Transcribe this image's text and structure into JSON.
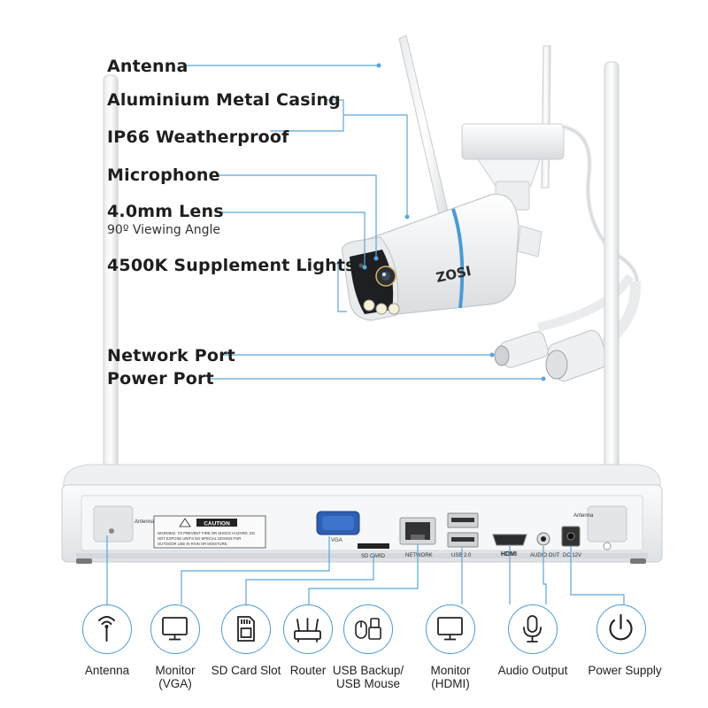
{
  "callouts": {
    "antenna": "Antenna",
    "casing": "Aluminium Metal Casing",
    "weatherproof": "IP66 Weatherproof",
    "microphone": "Microphone",
    "lens": "4.0mm Lens",
    "viewing_angle": "90º Viewing Angle",
    "lights": "4500K Supplement Lights",
    "network_port": "Network Port",
    "power_port": "Power Port"
  },
  "camera": {
    "brand": "ZOSI"
  },
  "nvr": {
    "caution_title": "CAUTION",
    "caution_line1": "WARNING: TO PREVENT FIRE OR SHOCK HAZARD, DO",
    "caution_line2": "NOT EXPOSE UNITS NO SPECIAL DESIGN FOR",
    "caution_line3": "OUTDOOR USE IN RAIN OR MOISTURE.",
    "antenna_left": "Antenna",
    "antenna_right": "Antenna",
    "vga": "VGA",
    "sd_card": "SD CARD",
    "network": "NETWORK",
    "usb": "USB 2.0",
    "hdmi_logo": "HDMI",
    "audio_out": "AUDIO OUT",
    "dc": "DC 12V"
  },
  "icons": [
    {
      "name": "antenna-icon",
      "label": "Antenna"
    },
    {
      "name": "monitor-vga-icon",
      "label": "Monitor\n(VGA)"
    },
    {
      "name": "sd-card-icon",
      "label": "SD Card Slot"
    },
    {
      "name": "router-icon",
      "label": "Router"
    },
    {
      "name": "usb-mouse-icon",
      "label": "USB Backup/\nUSB Mouse"
    },
    {
      "name": "monitor-hdmi-icon",
      "label": "Monitor\n(HDMI)"
    },
    {
      "name": "microphone-icon",
      "label": "Audio Output"
    },
    {
      "name": "power-icon",
      "label": "Power Supply"
    }
  ],
  "colors": {
    "accent": "#4a9bd6",
    "leader": "#5aa6dc",
    "text": "#1e1e1e",
    "device": "#f2f3f4"
  }
}
